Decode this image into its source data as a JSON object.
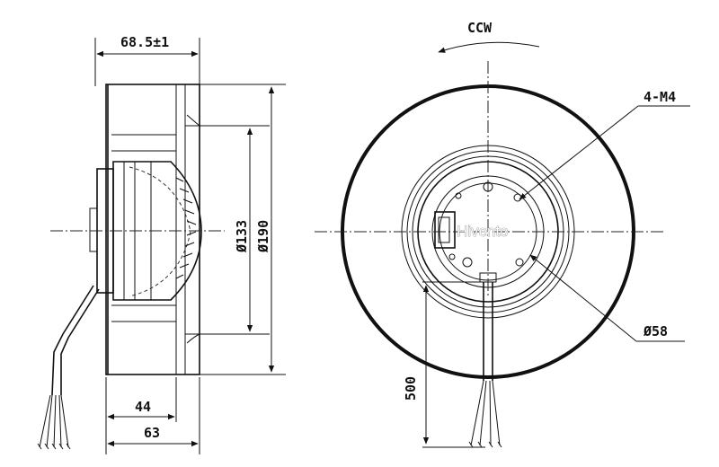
{
  "watermark": "Hivento",
  "side_view": {
    "width_dim": "68.5±1",
    "inner_dia": "Ø133",
    "outer_dia": "Ø190",
    "depth_44": "44",
    "depth_63": "63"
  },
  "front_view": {
    "rotation": "CCW",
    "screws": "4-M4",
    "hub_dia": "Ø58",
    "cable_length": "500"
  }
}
